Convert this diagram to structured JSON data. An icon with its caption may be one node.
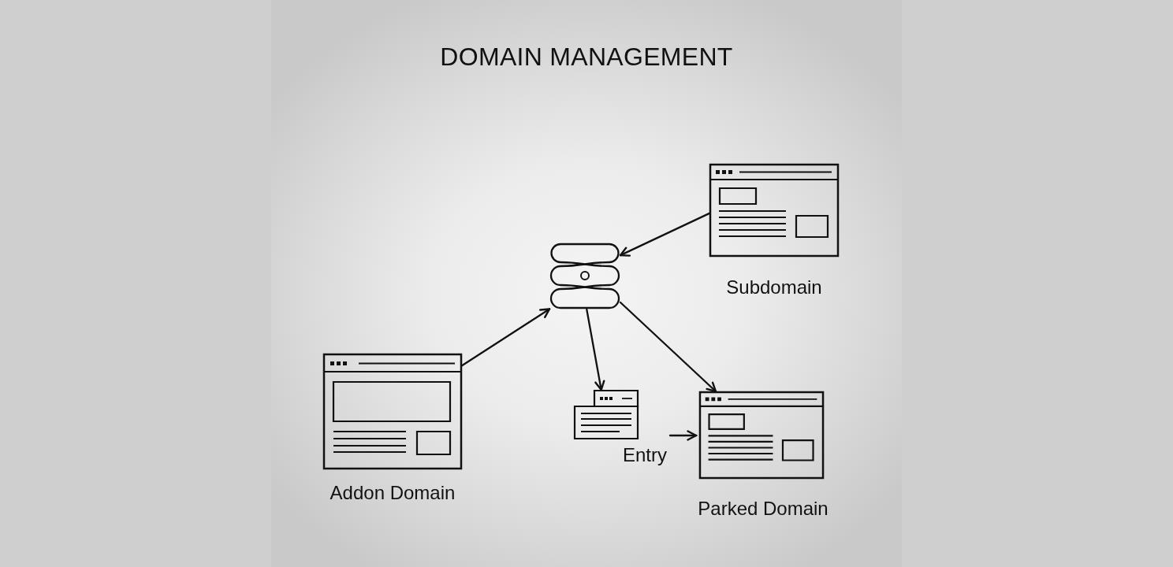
{
  "diagram": {
    "title": "DOMAIN MANAGEMENT",
    "nodes": [
      {
        "text": [],
        "shape": "cylinder"
      },
      {
        "text": [
          "Subdomain"
        ]
      },
      {
        "text": [
          "Addon Domain"
        ]
      },
      {
        "text": [
          "Entry"
        ]
      },
      {
        "text": [
          "Parked Domain"
        ]
      }
    ],
    "edges": [
      {
        "from": 1,
        "to": 0,
        "arrow": "to"
      },
      {
        "from": 2,
        "to": 0,
        "arrow": "to"
      },
      {
        "from": 0,
        "to": 3,
        "arrow": "to"
      },
      {
        "from": 0,
        "to": 4,
        "arrow": "to"
      },
      {
        "from": 3,
        "to": 4,
        "arrow": "to"
      }
    ]
  }
}
